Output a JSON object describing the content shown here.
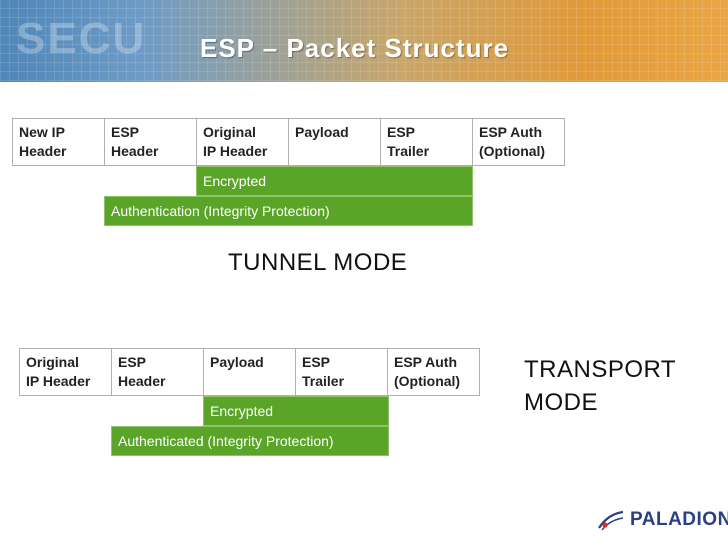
{
  "header": {
    "title": "ESP – Packet Structure",
    "watermark": "SECU"
  },
  "tunnel": {
    "fields": [
      {
        "line1": "New IP",
        "line2": "Header"
      },
      {
        "line1": "ESP",
        "line2": "Header"
      },
      {
        "line1": "Original",
        "line2": "IP Header"
      },
      {
        "line1": "Payload",
        "line2": ""
      },
      {
        "line1": "ESP",
        "line2": "Trailer"
      },
      {
        "line1": "ESP Auth",
        "line2": "(Optional)"
      }
    ],
    "encrypted": "Encrypted",
    "authentication": "Authentication (Integrity Protection)",
    "label": "TUNNEL MODE"
  },
  "transport": {
    "fields": [
      {
        "line1": "Original",
        "line2": "IP Header"
      },
      {
        "line1": "ESP",
        "line2": "Header"
      },
      {
        "line1": "Payload",
        "line2": ""
      },
      {
        "line1": "ESP",
        "line2": "Trailer"
      },
      {
        "line1": "ESP Auth",
        "line2": "(Optional)"
      }
    ],
    "encrypted": "Encrypted",
    "authentication": "Authenticated (Integrity Protection)",
    "label_line1": "TRANSPORT",
    "label_line2": "MODE"
  },
  "logo": {
    "text": "PALADION"
  },
  "colors": {
    "bar_green": "#5aa527",
    "logo_blue": "#2a3f84",
    "logo_red": "#d0342c"
  }
}
